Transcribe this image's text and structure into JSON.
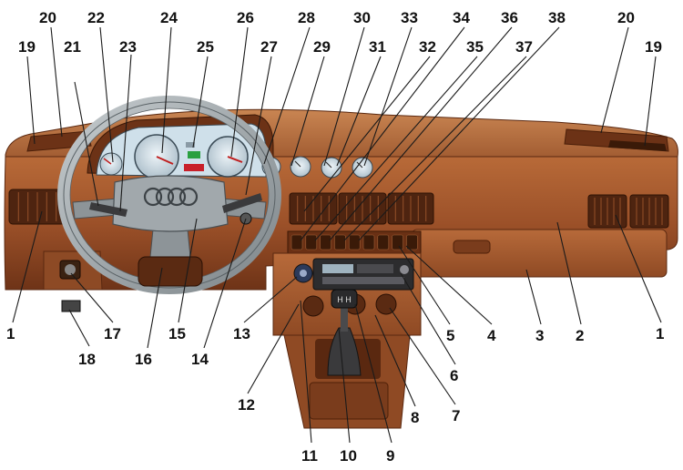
{
  "callouts": [
    {
      "id": "1",
      "label": "1"
    },
    {
      "id": "1b",
      "label": "1"
    },
    {
      "id": "2",
      "label": "2"
    },
    {
      "id": "3",
      "label": "3"
    },
    {
      "id": "4",
      "label": "4"
    },
    {
      "id": "5",
      "label": "5"
    },
    {
      "id": "6",
      "label": "6"
    },
    {
      "id": "7",
      "label": "7"
    },
    {
      "id": "8",
      "label": "8"
    },
    {
      "id": "9",
      "label": "9"
    },
    {
      "id": "10",
      "label": "10"
    },
    {
      "id": "11",
      "label": "11"
    },
    {
      "id": "12",
      "label": "12"
    },
    {
      "id": "13",
      "label": "13"
    },
    {
      "id": "14",
      "label": "14"
    },
    {
      "id": "15",
      "label": "15"
    },
    {
      "id": "16",
      "label": "16"
    },
    {
      "id": "17",
      "label": "17"
    },
    {
      "id": "18",
      "label": "18"
    },
    {
      "id": "19",
      "label": "19"
    },
    {
      "id": "19b",
      "label": "19"
    },
    {
      "id": "20",
      "label": "20"
    },
    {
      "id": "20b",
      "label": "20"
    },
    {
      "id": "21",
      "label": "21"
    },
    {
      "id": "22",
      "label": "22"
    },
    {
      "id": "23",
      "label": "23"
    },
    {
      "id": "24",
      "label": "24"
    },
    {
      "id": "25",
      "label": "25"
    },
    {
      "id": "26",
      "label": "26"
    },
    {
      "id": "27",
      "label": "27"
    },
    {
      "id": "28",
      "label": "28"
    },
    {
      "id": "29",
      "label": "29"
    },
    {
      "id": "30",
      "label": "30"
    },
    {
      "id": "31",
      "label": "31"
    },
    {
      "id": "32",
      "label": "32"
    },
    {
      "id": "33",
      "label": "33"
    },
    {
      "id": "34",
      "label": "34"
    },
    {
      "id": "35",
      "label": "35"
    },
    {
      "id": "36",
      "label": "36"
    },
    {
      "id": "37",
      "label": "37"
    },
    {
      "id": "38",
      "label": "38"
    }
  ],
  "colors": {
    "dash_dark": "#7a3a1c",
    "dash_mid": "#a65a30",
    "dash_light": "#c27a48",
    "gauge_face": "#d8e6ee",
    "wheel": "#9aa1a5"
  },
  "icons": [
    "steering-wheel-icon",
    "gear-shifter-icon",
    "radio-unit-icon",
    "air-vent-icon",
    "audi-rings-logo"
  ]
}
